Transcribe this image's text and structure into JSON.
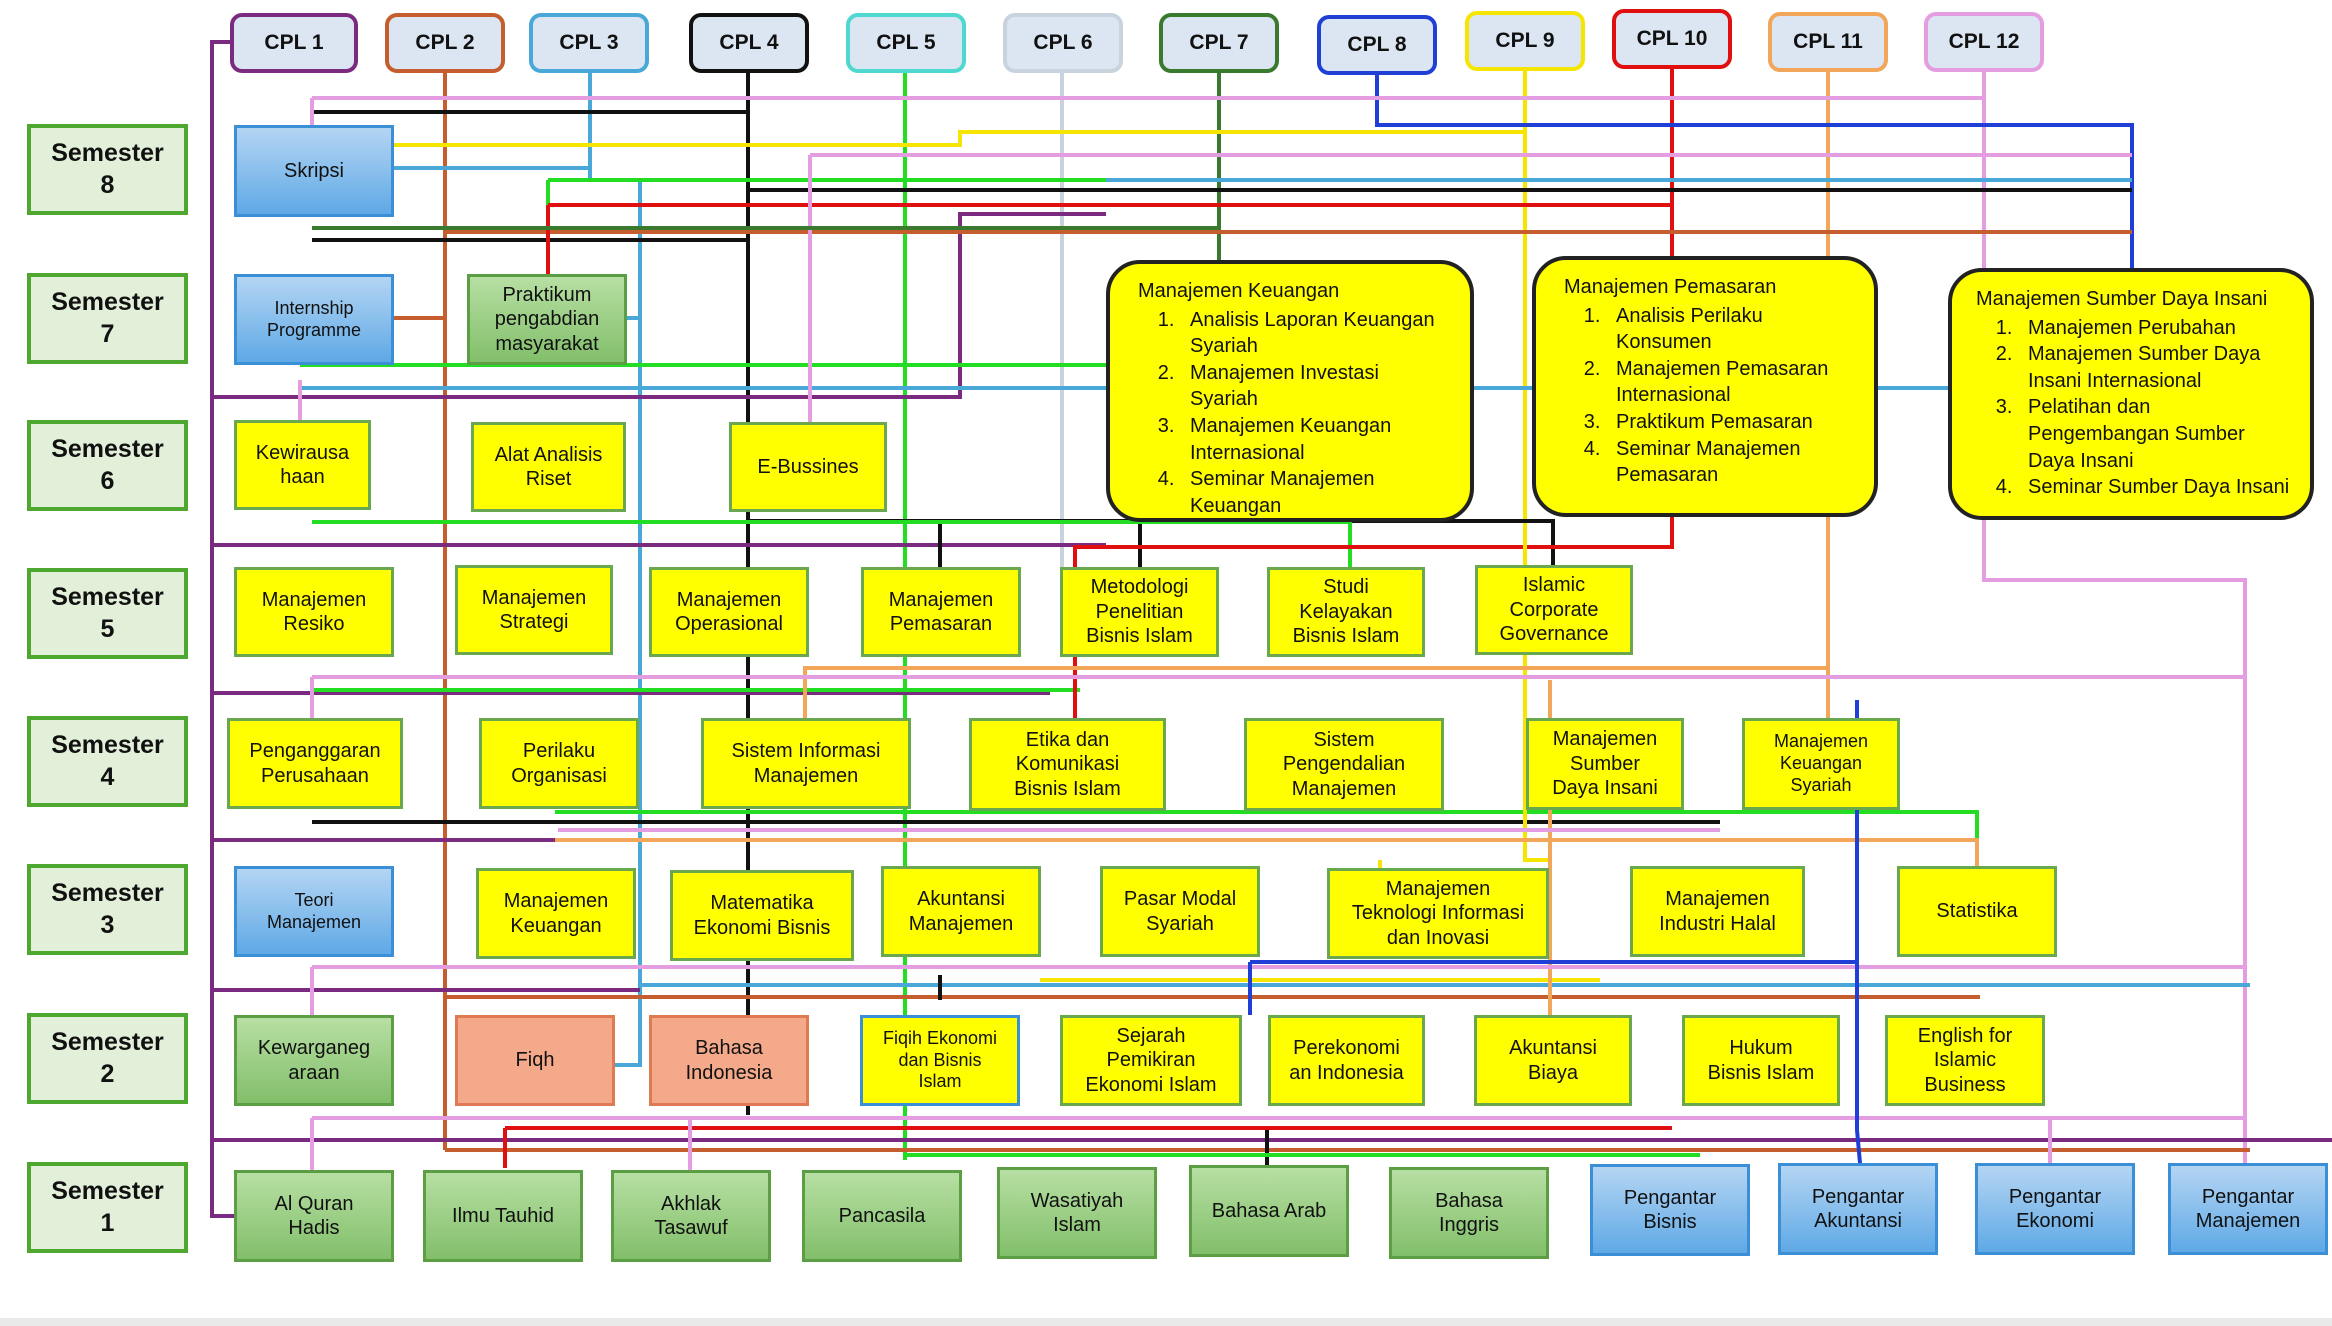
{
  "cpl_labels": [
    "CPL 1",
    "CPL 2",
    "CPL 3",
    "CPL 4",
    "CPL 5",
    "CPL 6",
    "CPL 7",
    "CPL 8",
    "CPL 9",
    "CPL 10",
    "CPL 11",
    "CPL 12"
  ],
  "cpl_colors": [
    "#7b2b7f",
    "#c65d2e",
    "#4aa8d8",
    "#111111",
    "#4fd8d0",
    "#c9d3de",
    "#3a7a2e",
    "#1f3fd6",
    "#f5e500",
    "#e01010",
    "#f2a65a",
    "#e39de0"
  ],
  "semesters": [
    "Semester\n8",
    "Semester\n7",
    "Semester\n6",
    "Semester\n5",
    "Semester\n4",
    "Semester\n3",
    "Semester\n2",
    "Semester\n1"
  ],
  "courses": {
    "s8": [
      "Skripsi"
    ],
    "s7": [
      "Internship\nProgramme",
      "Praktikum\npengabdian\nmasyarakat"
    ],
    "s6": [
      "Kewirausa\nhaan",
      "Alat Analisis\nRiset",
      "E-Bussines"
    ],
    "s5": [
      "Manajemen\nResiko",
      "Manajemen\nStrategi",
      "Manajemen\nOperasional",
      "Manajemen\nPemasaran",
      "Metodologi\nPenelitian\nBisnis Islam",
      "Studi\nKelayakan\nBisnis Islam",
      "Islamic\nCorporate\nGovernance"
    ],
    "s4": [
      "Penganggaran\nPerusahaan",
      "Perilaku\nOrganisasi",
      "Sistem Informasi\nManajemen",
      "Etika dan\nKomunikasi\nBisnis Islam",
      "Sistem\nPengendalian\nManajemen",
      "Manajemen\nSumber\nDaya Insani",
      "Manajemen\nKeuangan\nSyariah"
    ],
    "s3": [
      "Teori\nManajemen",
      "Manajemen\nKeuangan",
      "Matematika\nEkonomi Bisnis",
      "Akuntansi\nManajemen",
      "Pasar Modal\nSyariah",
      "Manajemen\nTeknologi Informasi\ndan Inovasi",
      "Manajemen\nIndustri Halal",
      "Statistika"
    ],
    "s2": [
      "Kewarganeg\naraan",
      "Fiqh",
      "Bahasa\nIndonesia",
      "Fiqih Ekonomi\ndan Bisnis\nIslam",
      "Sejarah\nPemikiran\nEkonomi Islam",
      "Perekonomi\nan Indonesia",
      "Akuntansi\nBiaya",
      "Hukum\nBisnis Islam",
      "English for\nIslamic\nBusiness"
    ],
    "s1": [
      "Al Quran\nHadis",
      "Ilmu Tauhid",
      "Akhlak\nTasawuf",
      "Pancasila",
      "Wasatiyah\nIslam",
      "Bahasa Arab",
      "Bahasa\nInggris",
      "Pengantar\nBisnis",
      "Pengantar\nAkuntansi",
      "Pengantar\nEkonomi",
      "Pengantar\nManajemen"
    ]
  },
  "concentrations": [
    {
      "title": "Manajemen Keuangan",
      "items": [
        "Analisis Laporan Keuangan Syariah",
        "Manajemen Investasi Syariah",
        "Manajemen Keuangan Internasional",
        "Seminar Manajemen Keuangan"
      ]
    },
    {
      "title": "Manajemen Pemasaran",
      "items": [
        "Analisis Perilaku Konsumen",
        "Manajemen Pemasaran Internasional",
        "Praktikum Pemasaran",
        "Seminar Manajemen Pemasaran"
      ]
    },
    {
      "title": "Manajemen Sumber Daya Insani",
      "items": [
        "Manajemen Perubahan",
        "Manajemen Sumber Daya Insani Internasional",
        "Pelatihan dan Pengembangan Sumber Daya Insani",
        "Seminar Sumber Daya Insani"
      ]
    }
  ]
}
